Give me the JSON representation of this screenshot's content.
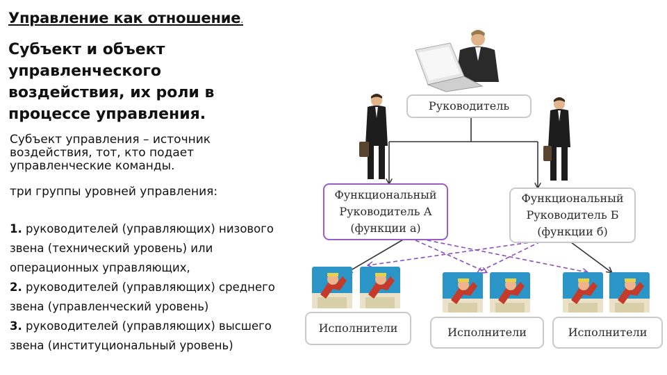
{
  "title": "Управление как отношение",
  "title_dot": ".",
  "subtitle": "Субъект и объект управленческого воздействия, их роли в процессе управления.",
  "definition": "Субъект управления – источник воздействия, тот, кто подает управленческие команды.",
  "groups_heading": "три группы уровней управления:",
  "levels": [
    {
      "num": "1.",
      "text": " руководителей (управляющих) низового звена (технический уровень) или операционных управляющих,"
    },
    {
      "num": "2.",
      "text": " руководителей (управляющих) среднего звена (управленческий уровень)"
    },
    {
      "num": "3.",
      "text": " руководителей (управляющих) высшего звена (институциональный уровень)"
    }
  ],
  "diagram": {
    "manager": "Руководитель",
    "func_a": {
      "line1": "Функциональный",
      "line2": "Руководитель А",
      "line3": "(функции а)"
    },
    "func_b": {
      "line1": "Функциональный",
      "line2": "Руководитель Б",
      "line3": "(функции  б)"
    },
    "executors": [
      "Исполнители",
      "Исполнители",
      "Исполнители"
    ]
  },
  "colors": {
    "box_border": "#c9c9c9",
    "func_a_border": "#9a5cc7",
    "dashed_arrow": "#8a4fc0",
    "solid_line": "#333333"
  },
  "icons": [
    "laptop-manager-figure",
    "businessman-figure",
    "worker-figure"
  ]
}
